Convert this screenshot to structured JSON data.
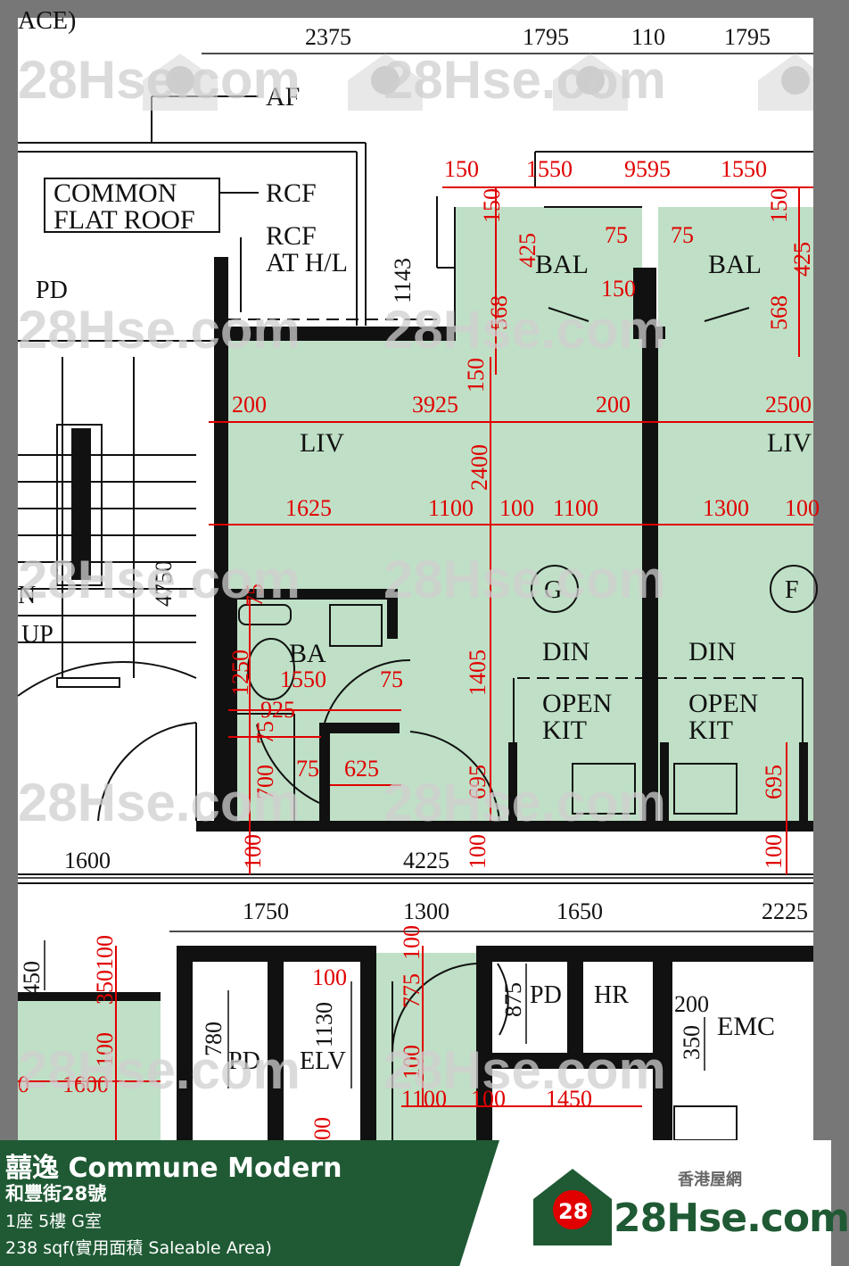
{
  "plan": {
    "labels": {
      "top_left_partial": "ACE)",
      "af": "AF",
      "common_flat_roof_1": "COMMON",
      "common_flat_roof_2": "FLAT ROOF",
      "rcf": "RCF",
      "rcf_at_hl_1": "RCF",
      "rcf_at_hl_2": "AT H/L",
      "pd_top": "PD",
      "bal_g": "BAL",
      "bal_f": "BAL",
      "liv_g": "LIV",
      "liv_f": "LIV",
      "unit_g": "G",
      "unit_f": "F",
      "din_g": "DIN",
      "din_f": "DIN",
      "open_kit_g_1": "OPEN",
      "open_kit_g_2": "KIT",
      "open_kit_f_1": "OPEN",
      "open_kit_f_2": "KIT",
      "ba": "BA",
      "stair_n": "N",
      "stair_up": "UP",
      "pd_lower": "PD",
      "elv": "ELV",
      "pd_right": "PD",
      "hr": "HR",
      "emc": "EMC"
    },
    "black_dims": {
      "d2375": "2375",
      "d1795a": "1795",
      "d110": "110",
      "d1795b": "1795",
      "d1143": "1143",
      "d4750": "4750",
      "d1600": "1600",
      "d4225": "4225",
      "d1750": "1750",
      "d1300": "1300",
      "d1650": "1650",
      "d2225": "2225",
      "d450": "450",
      "d780": "780",
      "d1130": "1130",
      "d875": "875",
      "d200": "200",
      "d350": "350"
    },
    "red_dims": {
      "r150a": "150",
      "r1550a": "1550",
      "r9595": "9595",
      "r1550b": "1550",
      "r150b": "150",
      "r425a": "425",
      "r75a": "75",
      "r75b": "75",
      "r150c": "150",
      "r425b": "425",
      "r568a": "568",
      "r568b": "568",
      "r150d": "150",
      "r150e": "150",
      "r200a": "200",
      "r3925": "3925",
      "r200b": "200",
      "r2500": "2500",
      "r2400": "2400",
      "r1625": "1625",
      "r1100a": "1100",
      "r100a": "100",
      "r1100b": "1100",
      "r1300": "1300",
      "r100b": "100",
      "r75c": "75",
      "r1250": "1250",
      "r1550c": "1550",
      "r75d": "75",
      "r925": "925",
      "r75e": "75",
      "r1405": "1405",
      "r700": "700",
      "r75f": "75",
      "r625": "625",
      "r695a": "695",
      "r695b": "695",
      "r100c": "100",
      "r100d": "100",
      "r100e": "100",
      "r350100": "350100",
      "r100f": "100",
      "r1600": "1600",
      "r100g": "100",
      "r775": "775",
      "r100h": "100",
      "r100i": "100",
      "r00": "00",
      "r1100c": "1100",
      "r100j": "100",
      "r1450": "1450",
      "r0": "0"
    },
    "watermark_text": "28Hse.com",
    "watermark_badge": "28"
  },
  "footer": {
    "title": "囍逸 Commune Modern",
    "address": "和豐街28號",
    "unit": "1座 5樓 G室",
    "area": "238 sqf(實用面積 Saleable Area)",
    "brand_tag": "香港屋網",
    "brand_badge": "28",
    "brand_name": "28Hse.com"
  },
  "colors": {
    "room_fill": "#bfe0c6",
    "wall": "#111111",
    "dimension_red": "#e00000",
    "footer_green": "#1f5a34",
    "border": "#777777"
  }
}
